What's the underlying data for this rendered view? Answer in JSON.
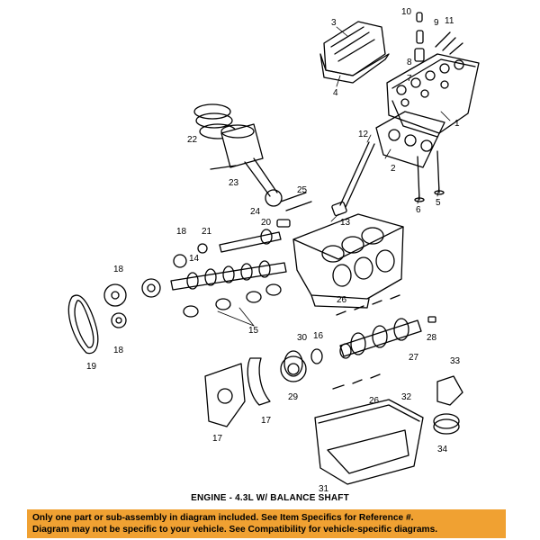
{
  "caption": "ENGINE - 4.3L W/ BALANCE SHAFT",
  "notice": {
    "line1": "Only one part or sub-assembly in diagram included. See Item Specifics for Reference #.",
    "line2": "Diagram may not be specific to your vehicle. See Compatibility for vehicle-specific diagrams.",
    "background": "#f0a132"
  },
  "callouts": [
    {
      "id": "c1",
      "text": "1"
    },
    {
      "id": "c2",
      "text": "2"
    },
    {
      "id": "c3",
      "text": "3"
    },
    {
      "id": "c4",
      "text": "4"
    },
    {
      "id": "c5",
      "text": "5"
    },
    {
      "id": "c6",
      "text": "6"
    },
    {
      "id": "c7",
      "text": "7"
    },
    {
      "id": "c8",
      "text": "8"
    },
    {
      "id": "c9",
      "text": "9"
    },
    {
      "id": "c10",
      "text": "10"
    },
    {
      "id": "c11",
      "text": "11"
    },
    {
      "id": "c12",
      "text": "12"
    },
    {
      "id": "c13",
      "text": "13"
    },
    {
      "id": "c14",
      "text": "14"
    },
    {
      "id": "c15",
      "text": "15"
    },
    {
      "id": "c16",
      "text": "16"
    },
    {
      "id": "c17a",
      "text": "17"
    },
    {
      "id": "c17b",
      "text": "17"
    },
    {
      "id": "c18a",
      "text": "18"
    },
    {
      "id": "c18b",
      "text": "18"
    },
    {
      "id": "c18c",
      "text": "18"
    },
    {
      "id": "c19",
      "text": "19"
    },
    {
      "id": "c20",
      "text": "20"
    },
    {
      "id": "c21",
      "text": "21"
    },
    {
      "id": "c22",
      "text": "22"
    },
    {
      "id": "c23",
      "text": "23"
    },
    {
      "id": "c24",
      "text": "24"
    },
    {
      "id": "c25",
      "text": "25"
    },
    {
      "id": "c26a",
      "text": "26"
    },
    {
      "id": "c26b",
      "text": "26"
    },
    {
      "id": "c27",
      "text": "27"
    },
    {
      "id": "c28",
      "text": "28"
    },
    {
      "id": "c29",
      "text": "29"
    },
    {
      "id": "c30",
      "text": "30"
    },
    {
      "id": "c31",
      "text": "31"
    },
    {
      "id": "c32",
      "text": "32"
    },
    {
      "id": "c33",
      "text": "33"
    },
    {
      "id": "c34",
      "text": "34"
    }
  ]
}
